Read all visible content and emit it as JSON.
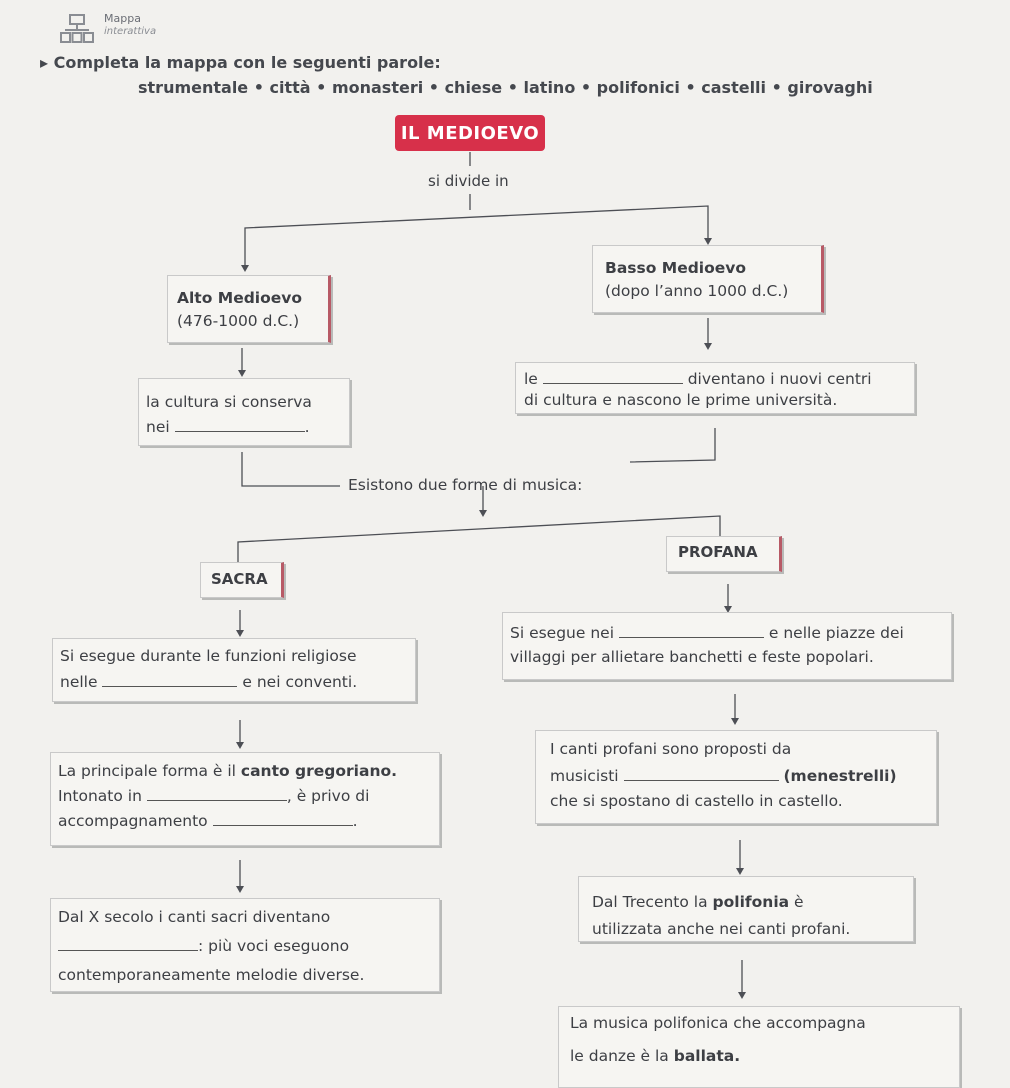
{
  "header": {
    "app_name": "Mappa",
    "app_subtitle": "interattiva"
  },
  "instruction": "Completa la mappa con le seguenti parole:",
  "word_list": "strumentale • città • monasteri • chiese • latino • polifonici • castelli • girovaghi",
  "title": "IL MEDIOEVO",
  "divides_in": "si divide in",
  "alto": {
    "title": "Alto Medioevo",
    "dates": "(476-1000 d.C.)"
  },
  "basso": {
    "title": "Basso Medioevo",
    "dates": "(dopo l’anno 1000 d.C.)"
  },
  "alto_culture": {
    "line1": "la cultura si conserva",
    "line2_pre": "nei",
    "line2_post": "."
  },
  "basso_culture": {
    "line1_pre": "le",
    "line1_post": "diventano i nuovi centri",
    "line2": "di cultura e nascono le prime università."
  },
  "music_forms": "Esistono due forme di musica:",
  "sacra": {
    "title": "SACRA",
    "exec_line1": "Si esegue durante le funzioni religiose",
    "exec_line2_pre": "nelle",
    "exec_line2_post": "e nei conventi.",
    "form_line1_pre": "La principale forma è il ",
    "form_line1_bold": "canto gregoriano.",
    "form_line2_pre": "Intonato in",
    "form_line2_post": ", è privo di",
    "form_line3_pre": "accompagnamento",
    "form_line3_post": ".",
    "poly_line1": "Dal X secolo i canti sacri diventano",
    "poly_line2_post": ": più voci eseguono",
    "poly_line3": "contemporaneamente melodie diverse."
  },
  "profana": {
    "title": "PROFANA",
    "exec_line1_pre": "Si esegue nei",
    "exec_line1_post": "e nelle piazze dei",
    "exec_line2": "villaggi per allietare banchetti e feste popolari.",
    "mus_line1": "I canti profani sono proposti da",
    "mus_line2_pre": "musicisti",
    "mus_line2_post": "(menestrelli)",
    "mus_line3": "che si spostano di castello in castello.",
    "poly_line1_pre": "Dal Trecento la ",
    "poly_line1_bold": "polifonia",
    "poly_line1_post": " è",
    "poly_line2": "utilizzata anche nei canti profani.",
    "dance_line1": "La musica polifonica che accompagna",
    "dance_line2_pre": "le danze è la ",
    "dance_line2_bold": "ballata."
  }
}
